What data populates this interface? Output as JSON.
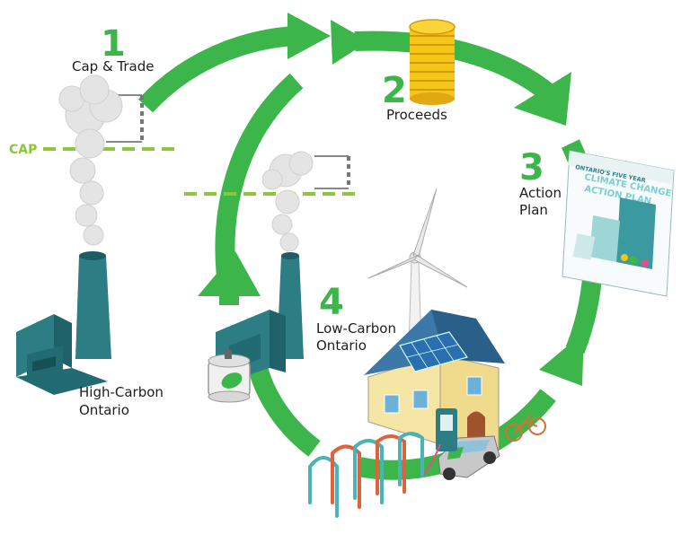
{
  "steps": [
    {
      "number": "1",
      "label": "Cap & Trade"
    },
    {
      "number": "2",
      "label": "Proceeds"
    },
    {
      "number": "3",
      "label": "Action\nPlan"
    },
    {
      "number": "4",
      "label": "Low-Carbon\nOntario"
    }
  ],
  "cap_label": "CAP",
  "factories": {
    "high": "High-Carbon\nOntario"
  },
  "report_cover": {
    "line1": "ONTARIO'S FIVE YEAR",
    "line2": "CLIMATE CHANGE",
    "line3": "ACTION PLAN"
  },
  "colors": {
    "cycle_green": "#3cb54a",
    "cap_line": "#8cc63f",
    "factory_teal": "#2d7d85",
    "coin_gold": "#f5c518",
    "smoke": "#e6e6e6"
  }
}
